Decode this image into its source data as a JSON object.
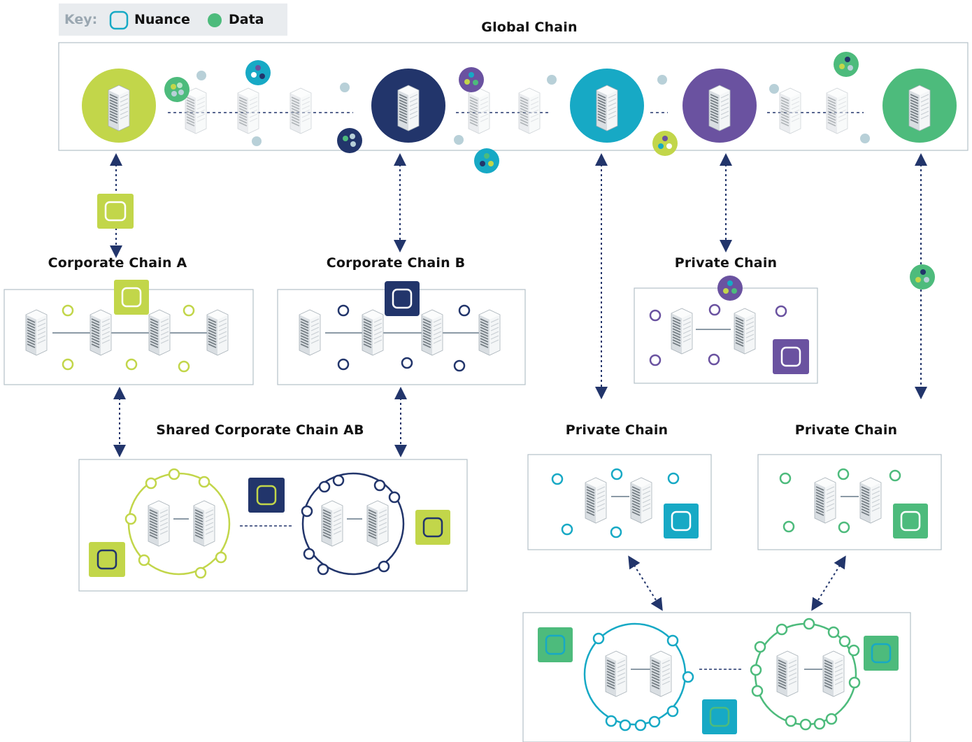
{
  "key": {
    "title": "Key:",
    "nuance_label": "Nuance",
    "data_label": "Data"
  },
  "labels": {
    "global": "Global Chain",
    "corp_a": "Corporate Chain A",
    "corp_b": "Corporate Chain B",
    "private_top": "Private Chain",
    "shared_ab": "Shared Corporate Chain AB",
    "private_left": "Private Chain",
    "private_right": "Private Chain"
  },
  "colors": {
    "lime": "#c2d64a",
    "navy": "#22356b",
    "cyan": "#17a9c5",
    "purple": "#6a52a0",
    "green": "#4dbb7c",
    "ghost": "#b8d0d8",
    "box_border": "#b5c0c8",
    "key_title": "#9aa7b1"
  }
}
